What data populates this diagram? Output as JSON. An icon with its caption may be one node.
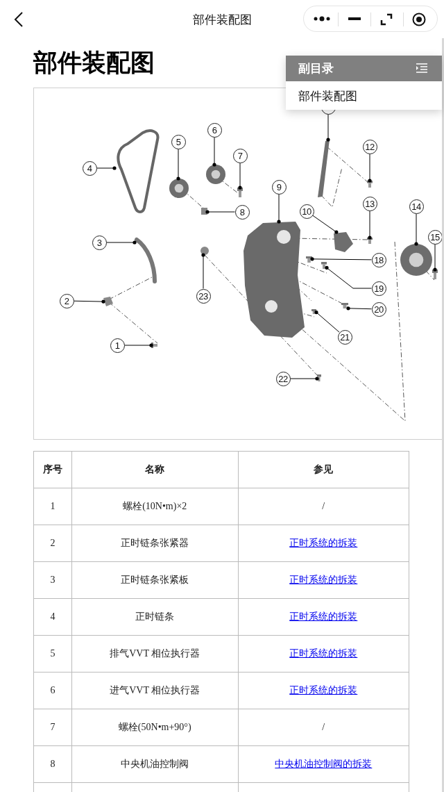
{
  "diagram": {
    "title": "部件装配图",
    "nodes": [
      {
        "text": [
          "副目录",
          "部件装配图"
        ]
      },
      {
        "text": [
          "1"
        ]
      },
      {
        "text": [
          "2"
        ]
      },
      {
        "text": [
          "3"
        ]
      },
      {
        "text": [
          "4"
        ]
      },
      {
        "text": [
          "5"
        ]
      },
      {
        "text": [
          "6"
        ]
      },
      {
        "text": [
          "7"
        ]
      },
      {
        "text": [
          "8"
        ]
      },
      {
        "text": [
          "9"
        ]
      },
      {
        "text": [
          "10"
        ]
      },
      {
        "text": [],
        "shape": "circle"
      },
      {
        "text": [
          "12"
        ]
      },
      {
        "text": [
          "13"
        ]
      },
      {
        "text": [
          "14"
        ]
      },
      {
        "text": [
          "15"
        ]
      },
      {
        "text": [
          "18"
        ]
      },
      {
        "text": [
          "19"
        ]
      },
      {
        "text": [
          "20"
        ]
      },
      {
        "text": [
          "21"
        ]
      },
      {
        "text": [
          "22"
        ]
      },
      {
        "text": [
          "23"
        ]
      },
      {
        "text": [],
        "shape": "picture"
      },
      {
        "text": [],
        "shape": "picture"
      },
      {
        "text": [],
        "shape": "picture"
      },
      {
        "text": [],
        "shape": "picture"
      },
      {
        "text": [],
        "shape": "picture"
      },
      {
        "text": [],
        "shape": "picture"
      },
      {
        "text": [],
        "shape": "picture"
      },
      {
        "text": [],
        "shape": "picture"
      },
      {
        "text": [],
        "shape": "picture"
      },
      {
        "text": [],
        "shape": "picture"
      },
      {
        "text": [],
        "shape": "picture"
      },
      {
        "text": [],
        "shape": "picture"
      },
      {
        "text": [],
        "shape": "picture"
      },
      {
        "text": [],
        "shape": "picture"
      },
      {
        "text": [],
        "shape": "picture"
      },
      {
        "text": [],
        "shape": "picture"
      },
      {
        "text": [],
        "shape": "picture"
      },
      {
        "text": [],
        "shape": "picture"
      },
      {
        "text": [],
        "shape": "picture"
      },
      {
        "text": [],
        "shape": "picture"
      },
      {
        "text": [],
        "shape": "picture"
      }
    ],
    "edges": [
      {
        "from": 1,
        "to": 25,
        "arrow": "other"
      },
      {
        "from": 2,
        "to": 22,
        "arrow": "other"
      },
      {
        "from": 3,
        "to": 24,
        "arrow": "other"
      },
      {
        "from": 4,
        "to": 23,
        "arrow": "other"
      },
      {
        "from": 5,
        "to": 26,
        "arrow": "other"
      },
      {
        "from": 6,
        "to": 29,
        "arrow": "other"
      },
      {
        "from": 7,
        "to": 30,
        "arrow": "other"
      },
      {
        "from": 8,
        "to": 28,
        "arrow": "other"
      },
      {
        "from": 9,
        "to": 31,
        "arrow": "other"
      },
      {
        "from": 10,
        "to": 37,
        "arrow": "other"
      },
      {
        "from": 11,
        "to": 35,
        "arrow": "other"
      },
      {
        "from": 12,
        "to": 39,
        "arrow": "other"
      },
      {
        "from": 13,
        "to": 40,
        "arrow": "other"
      },
      {
        "from": 14,
        "to": 41,
        "arrow": "other"
      },
      {
        "from": 15,
        "to": 42,
        "arrow": "other"
      },
      {
        "from": 16,
        "to": 32,
        "arrow": "other"
      },
      {
        "from": 17,
        "to": 36,
        "arrow": "other"
      },
      {
        "from": 18,
        "to": 38,
        "arrow": "other"
      },
      {
        "from": 19,
        "to": 33,
        "arrow": "other"
      },
      {
        "from": 20,
        "to": 34,
        "arrow": "other"
      },
      {
        "from": 21,
        "to": 27,
        "arrow": "other"
      }
    ],
    "labels": [
      "部件装配图",
      "序号",
      "名称",
      "参见",
      "1",
      "螺栓(10N•m)×2",
      "/",
      "2",
      "正时链条张紧器",
      "正时系统的拆装",
      "3",
      "正时链条张紧板",
      "正时系统的拆装",
      "4",
      "正时链条",
      "正时系统的拆装",
      "5",
      "排气VVT 相位执行器",
      "正时系统的拆装",
      "6",
      "进气VVT 相位执行器",
      "正时系统的拆装",
      "7",
      "螺栓(50N•m+90°)",
      "/",
      "8",
      "中央机油控制阀",
      "中央机油控制阀的拆装"
    ]
  }
}
